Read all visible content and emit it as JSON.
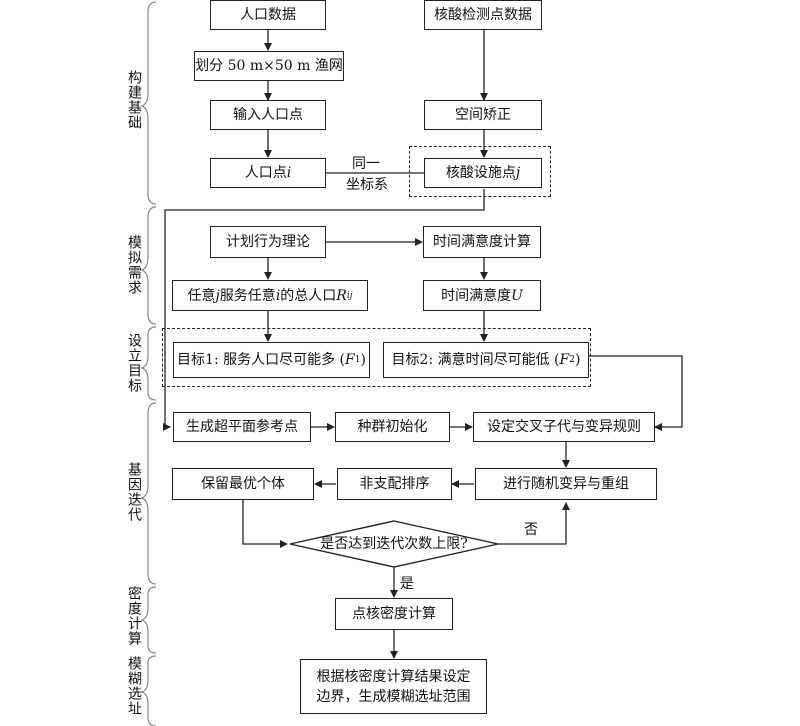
{
  "stages": {
    "construct": "构建基础",
    "simulate": "模拟需求",
    "goals": "设立目标",
    "iterate": "基因迭代",
    "density": "密度计算",
    "fuzzy": "模糊选址"
  },
  "nodes": {
    "population_data": "人口数据",
    "grid": "划分 50 m×50 m 渔网",
    "input_points": "输入人口点",
    "pop_point_prefix": "人口点 ",
    "pop_point_var": "i",
    "nat_data": "核酸检测点数据",
    "spatial_correction": "空间矫正",
    "facility_prefix": "核酸设施点 ",
    "facility_var": "j",
    "same_coord_line1": "同一",
    "same_coord_line2": "坐标系",
    "tpb": "计划行为理论",
    "time_sat_calc": "时间满意度计算",
    "serve_pop_p1": "任意 ",
    "serve_pop_j": "j",
    "serve_pop_p2": " 服务任意 ",
    "serve_pop_i": "i",
    "serve_pop_p3": " 的总人口 ",
    "serve_pop_R": "R",
    "serve_pop_sub": "ij",
    "time_sat_prefix": "时间满意度 ",
    "time_sat_var": "U",
    "goal1_text": "目标1: 服务人口尽可能多 (",
    "goal1_var": "F",
    "goal1_sub": "1",
    "goal1_close": ")",
    "goal2_text": "目标2: 满意时间尽可能低 (",
    "goal2_var": "F",
    "goal2_sub": "2",
    "goal2_close": ")",
    "gen_ref": "生成超平面参考点",
    "pop_init": "种群初始化",
    "set_rules": "设定交叉子代与变异规则",
    "keep_best": "保留最优个体",
    "nondom": "非支配排序",
    "mutate": "进行随机变异与重组",
    "decision": "是否达到迭代次数上限?",
    "no": "否",
    "yes": "是",
    "kde": "点核密度计算",
    "final_line1": "根据核密度计算结果设定",
    "final_line2": "边界，生成模糊选址范围"
  }
}
